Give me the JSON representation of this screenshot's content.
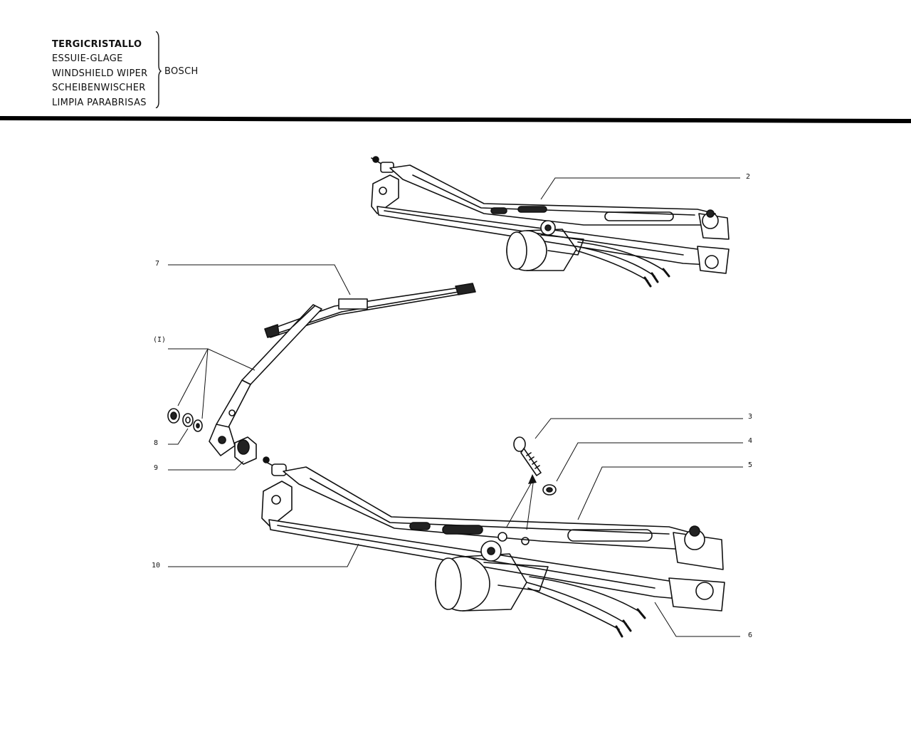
{
  "header": {
    "titles": [
      "TERGICRISTALLO",
      "ESSUIE-GLAGE",
      "WINDSHIELD WIPER",
      "SCHEIBENWISCHER",
      "LIMPIA PARABRISAS"
    ],
    "brand": "BOSCH"
  },
  "callouts": {
    "c2": "2",
    "c7": "7",
    "cI": "(I)",
    "c8": "8",
    "c9": "9",
    "c3": "3",
    "c4": "4",
    "c5": "5",
    "c10": "10",
    "c6": "6"
  }
}
